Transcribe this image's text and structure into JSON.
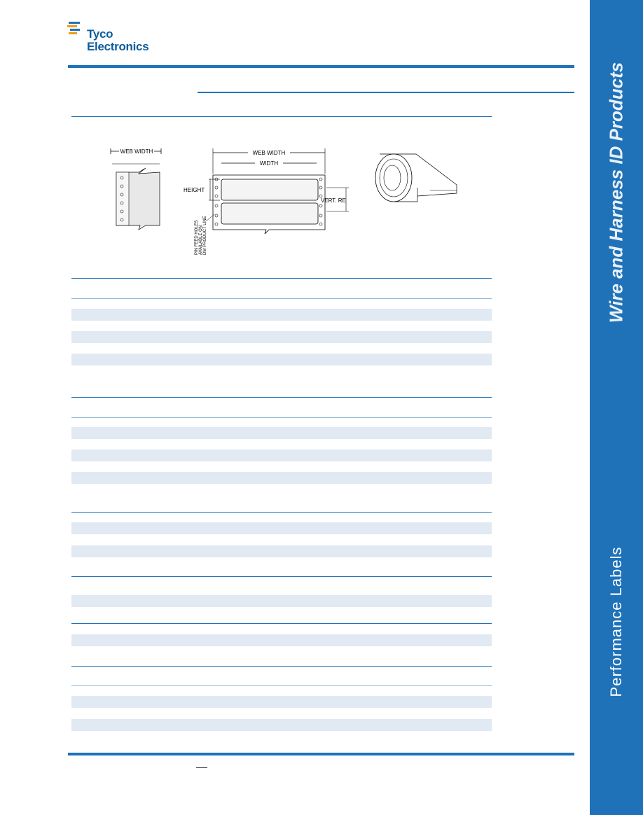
{
  "logo": {
    "line1": "Tyco",
    "line2": "Electronics",
    "brand_color": "#0b5d9c",
    "mark_colors": [
      "#1f72b8",
      "#f39c12"
    ]
  },
  "sidebar": {
    "title_top": "Wire and Harness ID Products",
    "title_bottom": "Performance Labels",
    "color": "#1f72b8"
  },
  "drawing_labels": {
    "left_web_width": "WEB WIDTH",
    "center_web_width": "WEB WIDTH",
    "width": "WIDTH",
    "height": "HEIGHT",
    "vert_re": "VERT. RE",
    "pin_feed_1": "PIN FEED HOLES",
    "pin_feed_2": "AVAILABLE ON",
    "pin_feed_3": "DM PRODUCT LINE"
  },
  "colors": {
    "accent": "#1f72b8",
    "band": "#e1e9f3"
  }
}
